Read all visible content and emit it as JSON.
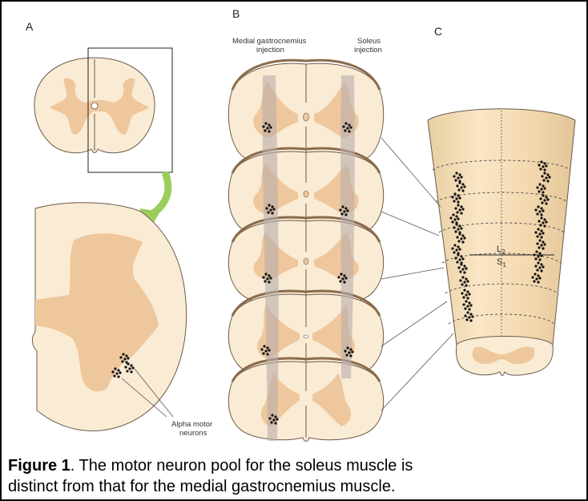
{
  "panels": {
    "a": {
      "letter": "A",
      "neuron_label_line1": "Alpha motor",
      "neuron_label_line2": "neurons"
    },
    "b": {
      "letter": "B",
      "left_label_line1": "Medial gastrocnemius",
      "left_label_line2": "injection",
      "right_label_line1": "Soleus",
      "right_label_line2": "injection"
    },
    "c": {
      "letter": "C",
      "length_label": "L",
      "length_sub": "2",
      "segment_label": "S",
      "segment_sub": "1"
    }
  },
  "caption": {
    "label": "Figure 1",
    "text_line1": ".   The motor neuron pool for the soleus muscle is",
    "text_line2": "distinct from that for the medial gastrocnemius muscle."
  },
  "colors": {
    "white_matter": "#FAEBD4",
    "gray_matter": "#EFC79C",
    "outline": "#5a4a3a",
    "injection_band": "#C9BFBC",
    "motor_neuron": "#111111",
    "arrow": "#9ACD5A"
  }
}
